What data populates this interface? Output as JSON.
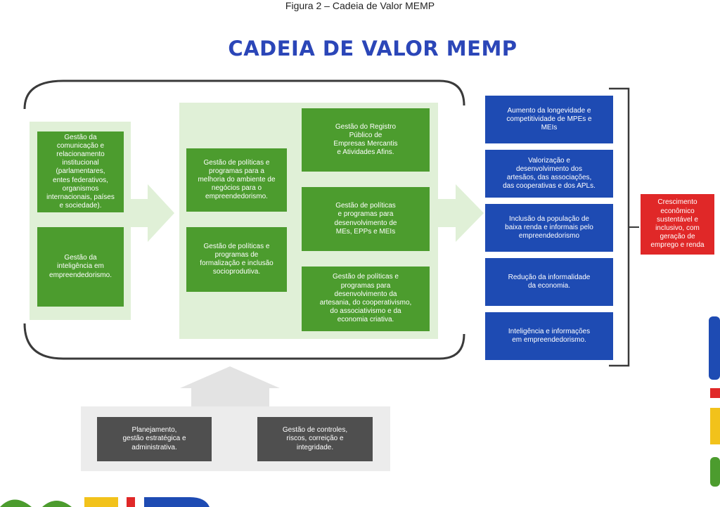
{
  "caption": "Figura 2 – Cadeia de Valor MEMP",
  "title": "CADEIA DE VALOR MEMP",
  "col1": [
    "Gestão da\ncomunicação e\nrelacionamento\ninstitucional\n(parlamentares,\nentes federativos,\norganismos\ninternacionais, países\ne sociedade).",
    "Gestão da\ninteligência em\nempreendedorismo."
  ],
  "col2": [
    "Gestão de políticas e\nprogramas para a\nmelhoria do ambiente de\nnegócios para o\nempreendedorismo.",
    "Gestão de políticas e\nprogramas de\nformalização e inclusão\nsocioprodutiva."
  ],
  "col3": [
    "Gestão do Registro\nPúblico de\nEmpresas Mercantis\ne Atividades Afins.",
    "Gestão de políticas\ne programas para\ndesenvolvimento de\nMEs, EPPs e MEIs",
    "Gestão de políticas e\nprogramas para\ndesenvolvimento da\nartesania, do cooperativismo,\ndo associativismo e da\neconomia criativa."
  ],
  "results": [
    "Aumento da longevidade e\ncompetitividade de MPEs e\nMEIs",
    "Valorização e\ndesenvolvimento dos\nartesãos, das associações,\ndas cooperativas e dos APLs.",
    "Inclusão da população de\nbaixa renda e informais pelo\nempreendedorismo",
    "Redução da informalidade\nda economia.",
    "Inteligência e informações\nem empreendedorismo."
  ],
  "outcome": "Crescimento\neconômico\nsustentável e\ninclusivo, com\ngeração de\nemprego e renda",
  "support": [
    "Planejamento,\ngestão estratégica e\nadministrativa.",
    "Gestão de controles,\nriscos, correição e\nintegridade."
  ],
  "colors": {
    "green": "#4c9c2e",
    "light_green": "#e0f0d7",
    "blue": "#1e4bb3",
    "red": "#e02828",
    "dark_gray": "#4f4f4f",
    "light_gray": "#ececec",
    "title_blue": "#2b46b8"
  }
}
